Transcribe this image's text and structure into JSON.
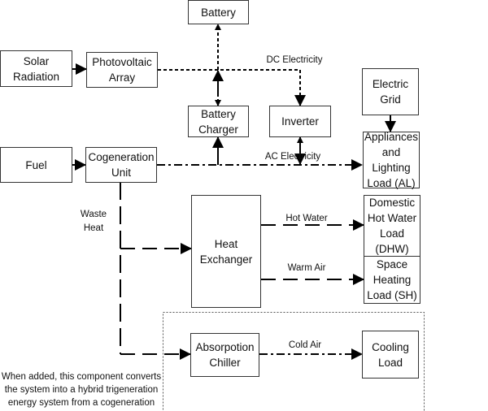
{
  "nodes": {
    "battery": "Battery",
    "solar": "Solar\nRadiation",
    "pv": "Photovoltaic\nArray",
    "charger": "Battery\nCharger",
    "inverter": "Inverter",
    "grid": "Electric\nGrid",
    "appliances": "Appliances\nand\nLighting\nLoad (AL)",
    "fuel": "Fuel",
    "cogen": "Cogeneration\nUnit",
    "hx": "Heat\nExchanger",
    "dhw": "Domestic\nHot Water\nLoad\n(DHW)",
    "sh": "Space\nHeating\nLoad (SH)",
    "chiller": "Absorpotion\nChiller",
    "cooling": "Cooling\nLoad"
  },
  "edges": {
    "dc": "DC Electricity",
    "ac": "AC Electricity",
    "waste_heat": "Waste\nHeat",
    "hot_water": "Hot Water",
    "warm_air": "Warm Air",
    "cold_air": "Cold Air"
  },
  "note": "When added, this component converts\nthe system into a hybrid trigeneration\nenergy system from a cogeneration type"
}
